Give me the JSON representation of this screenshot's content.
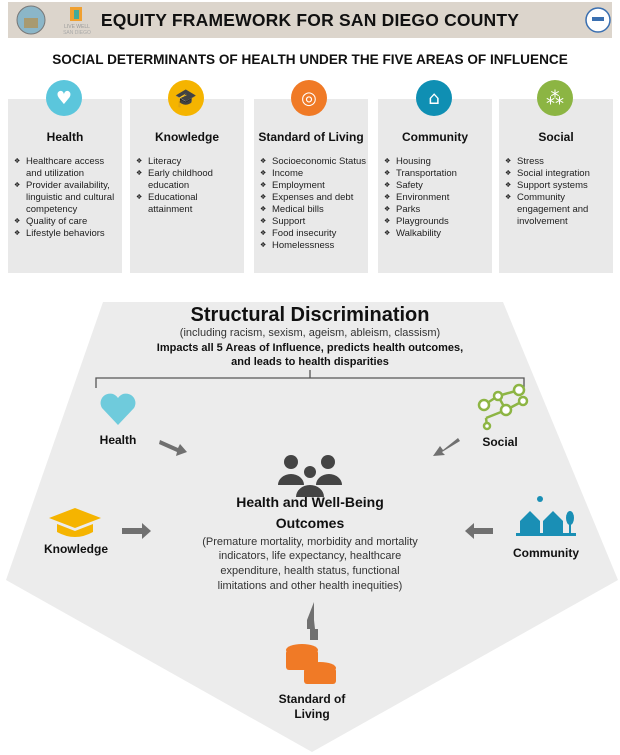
{
  "header": {
    "title": "EQUITY FRAMEWORK FOR SAN DIEGO COUNTY",
    "logo_text": "LIVE WELL SAN DIEGO"
  },
  "subtitle": "SOCIAL DETERMINANTS OF HEALTH UNDER THE FIVE AREAS OF INFLUENCE",
  "areas": [
    {
      "title": "Health",
      "icon": "heart-icon",
      "color": "#5bc6dc",
      "items": [
        "Healthcare access and utilization",
        "Provider availability, linguistic and cultural competency",
        "Quality of care",
        "Lifestyle behaviors"
      ]
    },
    {
      "title": "Knowledge",
      "icon": "graduation-cap-icon",
      "color": "#f5b400",
      "items": [
        "Literacy",
        "Early childhood education",
        "Educational attainment"
      ]
    },
    {
      "title": "Standard of Living",
      "icon": "coins-icon",
      "color": "#f07a26",
      "items": [
        "Socioeconomic Status",
        "Income",
        "Employment",
        "Expenses and debt",
        "Medical bills",
        "Support",
        "Food insecurity",
        "Homelessness"
      ]
    },
    {
      "title": "Community",
      "icon": "houses-icon",
      "color": "#0f8fb3",
      "items": [
        "Housing",
        "Transportation",
        "Safety",
        "Environment",
        "Parks",
        "Playgrounds",
        "Walkability"
      ]
    },
    {
      "title": "Social",
      "icon": "network-icon",
      "color": "#8cb543",
      "items": [
        "Stress",
        "Social integration",
        "Support systems",
        "Community engagement and involvement"
      ]
    }
  ],
  "diagram": {
    "title": "Structural Discrimination",
    "paren": "(including racism, sexism, ageism, ableism, classism)",
    "impact1": "Impacts all 5 Areas of Influence, predicts health outcomes,",
    "impact2": "and leads to health disparities",
    "center_title1": "Health and Well-Being",
    "center_title2": "Outcomes",
    "center_desc1": "(Premature mortality, morbidity and mortality",
    "center_desc2": "indicators, life expectancy, healthcare",
    "center_desc3": "expenditure, health status, functional",
    "center_desc4": "limitations and other health inequities)",
    "health": "Health",
    "social": "Social",
    "knowledge": "Knowledge",
    "community": "Community",
    "standard1": "Standard of",
    "standard2": "Living"
  }
}
